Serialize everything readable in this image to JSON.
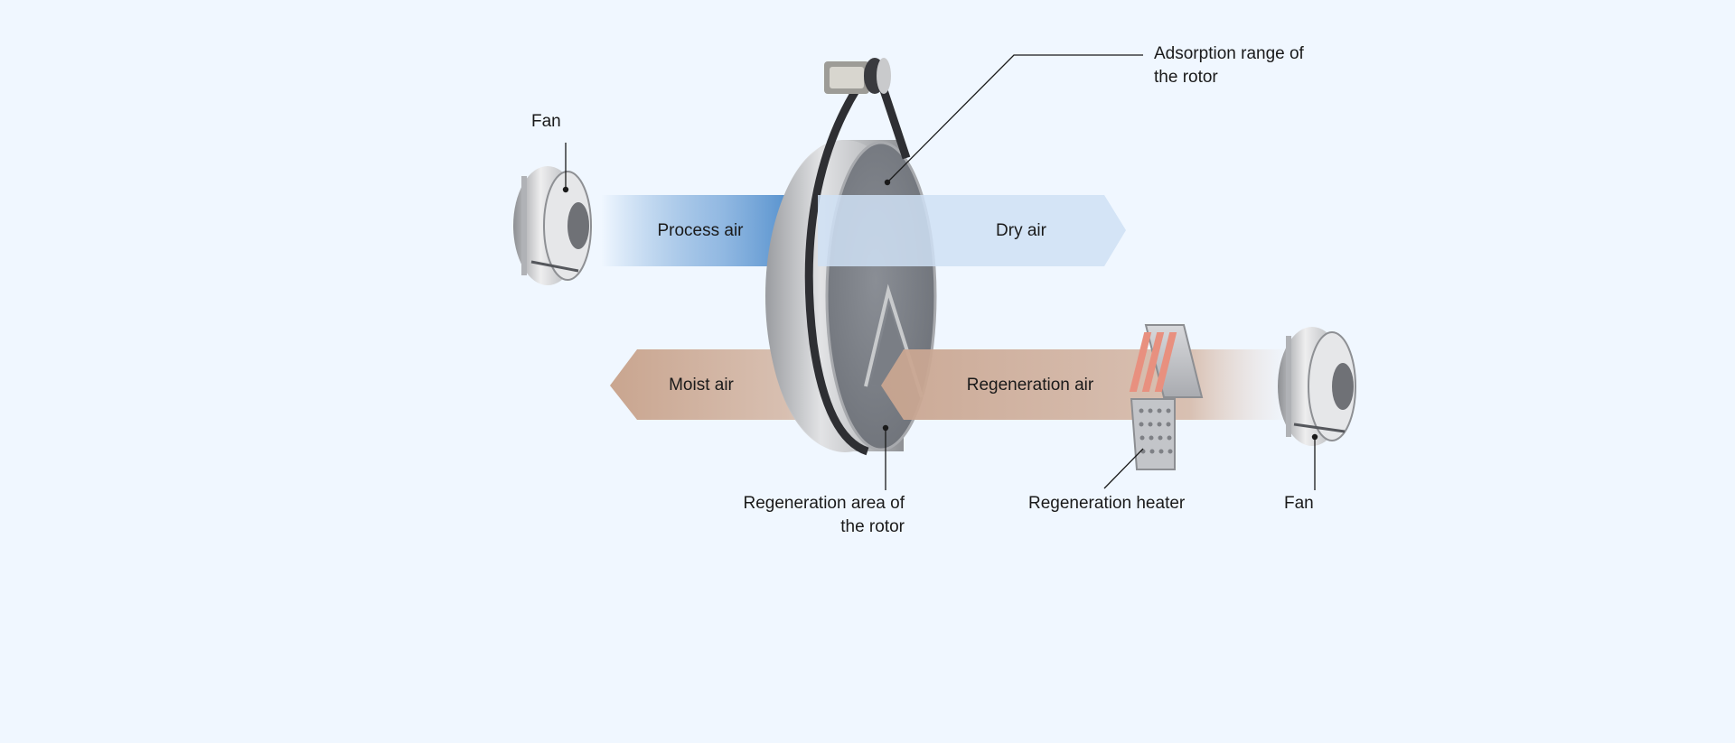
{
  "labels": {
    "fan_left": "Fan",
    "fan_right": "Fan",
    "adsorption_line1": "Adsorption range of",
    "adsorption_line2": "the rotor",
    "process_air": "Process air",
    "dry_air": "Dry air",
    "moist_air": "Moist air",
    "regeneration_air": "Regeneration air",
    "regen_area_line1": "Regeneration area of",
    "regen_area_line2": "the rotor",
    "regen_heater": "Regeneration heater"
  },
  "colors": {
    "background": "#f0f7ff",
    "process_air": "#3a7fc4",
    "dry_air": "#cfe0f5",
    "moist_air": "#c9a896",
    "regeneration_air": "#d8bfb0",
    "heater_glow": "#e8907f",
    "rotor_face": "#7c8088",
    "rotor_rim": "#c4c6ca",
    "belt": "#2e2f33"
  },
  "components": {
    "fan_left": "fan-icon",
    "fan_right": "fan-icon",
    "rotor": "desiccant-rotor",
    "motor": "drive-motor",
    "heater": "heater-icon"
  }
}
